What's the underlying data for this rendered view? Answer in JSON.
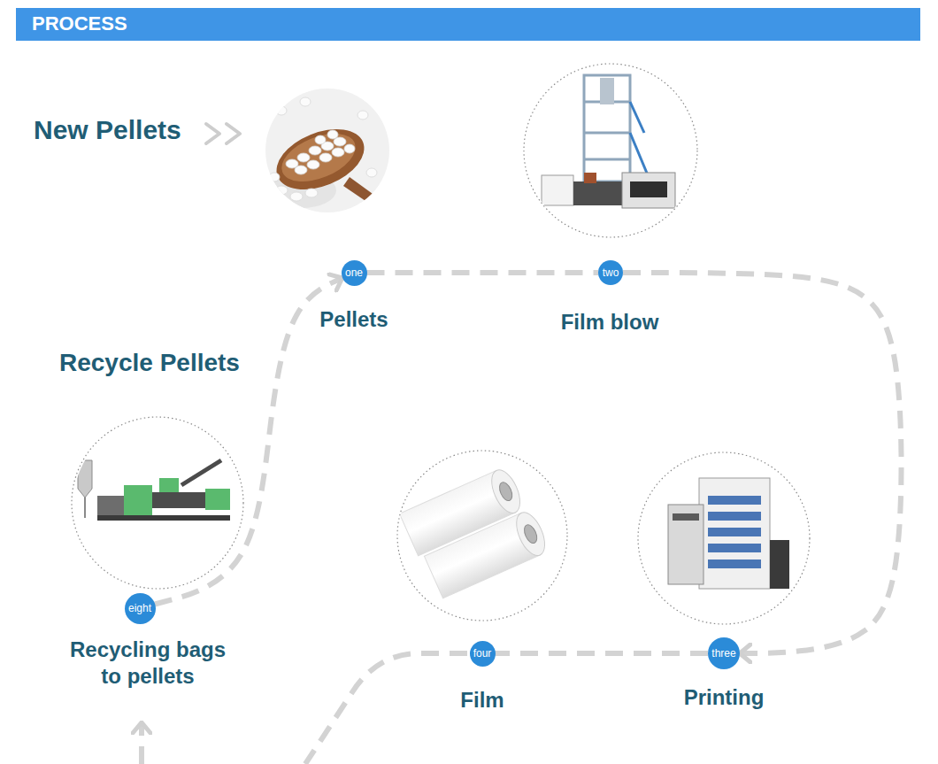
{
  "diagram": {
    "title": "PROCESS",
    "nodes": [
      {
        "text": [
          "one",
          "Pellets"
        ]
      },
      {
        "text": [
          "two",
          "Film blow"
        ]
      },
      {
        "text": [
          "three",
          "Printing"
        ]
      },
      {
        "text": [
          "four",
          "Film"
        ]
      },
      {
        "text": [
          "eight",
          "Recycling bags to pellets"
        ]
      }
    ],
    "edges": [
      {
        "from": 0,
        "to": 1,
        "arrow": "none"
      },
      {
        "from": 1,
        "to": 2,
        "arrow": "to"
      },
      {
        "from": 2,
        "to": 3,
        "arrow": "none"
      },
      {
        "from": 4,
        "to": 0,
        "arrow": "to"
      }
    ],
    "labels": [
      "New Pellets",
      "Recycle Pellets"
    ]
  }
}
